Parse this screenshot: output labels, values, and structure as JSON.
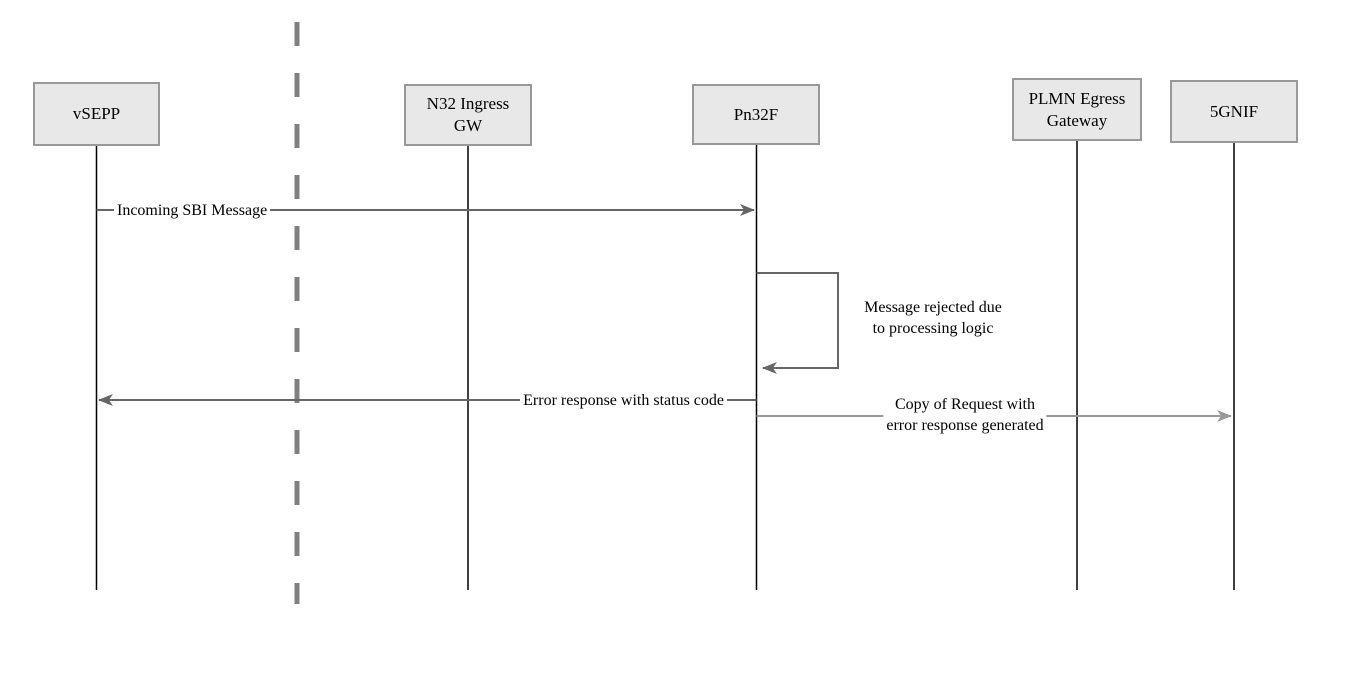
{
  "diagram": {
    "type": "sequence-diagram",
    "colors": {
      "background": "#ffffff",
      "participant_fill": "#e8e8e8",
      "participant_border": "#999999",
      "lifeline": "#000000",
      "boundary_dashed_line": "#808080",
      "message_arrow": "#666666",
      "copy_arrow": "#999999",
      "label_text": "#000000"
    },
    "participants": [
      {
        "id": "vSEPP",
        "lines": [
          "vSEPP"
        ]
      },
      {
        "id": "N32 Ingress GW",
        "lines": [
          "N32 Ingress",
          "GW"
        ]
      },
      {
        "id": "Pn32F",
        "lines": [
          "Pn32F"
        ]
      },
      {
        "id": "PLMN Egress Gateway",
        "lines": [
          "PLMN Egress",
          "Gateway"
        ]
      },
      {
        "id": "5GNIF",
        "lines": [
          "5GNIF"
        ]
      }
    ],
    "boundary": {
      "style": "dashed-vertical-line",
      "between": [
        "vSEPP",
        "N32 Ingress GW"
      ]
    },
    "messages": [
      {
        "from": "vSEPP",
        "to": "Pn32F",
        "direction": "right",
        "arrow": "dark",
        "lines": [
          "Incoming SBI Message"
        ]
      },
      {
        "from": "Pn32F",
        "to": "Pn32F",
        "direction": "self",
        "arrow": "dark",
        "lines": [
          "Message rejected due",
          "to processing logic"
        ]
      },
      {
        "from": "Pn32F",
        "to": "vSEPP",
        "direction": "left",
        "arrow": "dark",
        "lines": [
          "Error response with status code"
        ]
      },
      {
        "from": "Pn32F",
        "to": "5GNIF",
        "direction": "right",
        "arrow": "light",
        "lines": [
          "Copy of Request with",
          "error response generated"
        ]
      }
    ]
  }
}
